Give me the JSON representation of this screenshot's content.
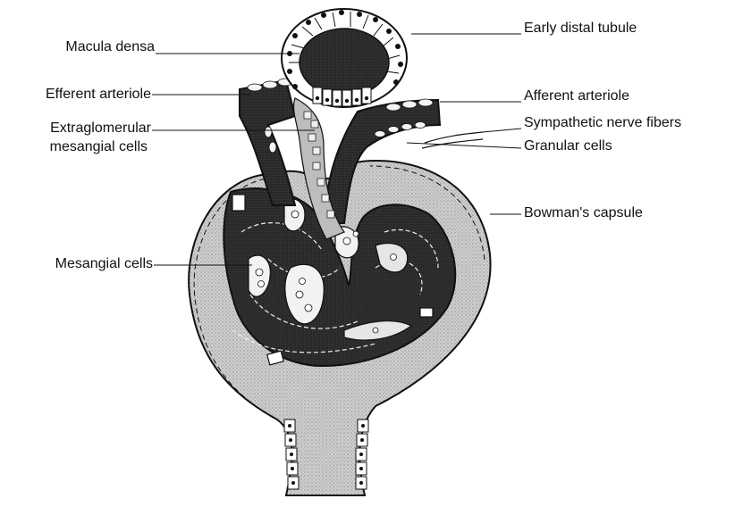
{
  "diagram": {
    "labels": {
      "early_distal_tubule": "Early distal tubule",
      "macula_densa": "Macula densa",
      "efferent_arteriole": "Efferent arteriole",
      "afferent_arteriole": "Afferent arteriole",
      "extraglomerular_line1": "Extraglomerular",
      "extraglomerular_line2": "mesangial cells",
      "sympathetic_nerve_fibers": "Sympathetic nerve fibers",
      "granular_cells": "Granular cells",
      "bowmans_capsule": "Bowman's capsule",
      "mesangial_cells": "Mesangial cells"
    }
  }
}
